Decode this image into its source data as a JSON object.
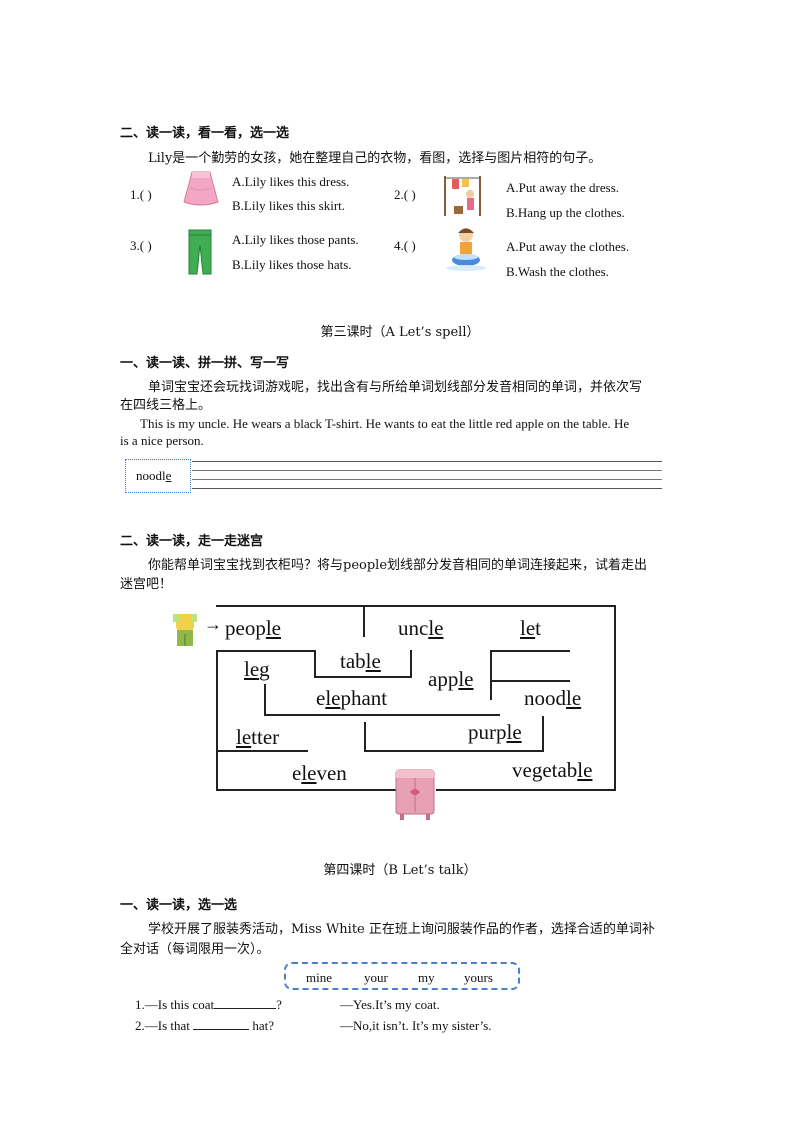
{
  "section_read_choose": {
    "heading": "二、读一读，看一看，选一选",
    "intro": "Lily是一个勤劳的女孩，她在整理自己的衣物，看图，选择与图片相符的句子。",
    "items": [
      {
        "num": "1.(      )",
        "a": "A.Lily likes this dress.",
        "b": "B.Lily likes this skirt."
      },
      {
        "num": "2.(      )",
        "a": "A.Put away the dress.",
        "b": "B.Hang up the clothes."
      },
      {
        "num": "3.(      )",
        "a": "A.Lily likes those pants.",
        "b": "B.Lily likes those hats."
      },
      {
        "num": "4.(      )",
        "a": "A.Put away the clothes.",
        "b": "B.Wash the clothes."
      }
    ]
  },
  "lesson3": {
    "title": "第三课时（A Let’s spell）",
    "heading": "一、读一读、拼一拼、写一写",
    "intro_line1": "单词宝宝还会玩找词游戏呢，找出含有与所给单词划线部分发音相同的单词，并依次写",
    "intro_line2": "在四线三格上。",
    "passage_line1": "This is my uncle. He wears a black T-shirt. He wants to eat the little red apple on the table. He",
    "passage_line2": "is a nice person.",
    "sample_word_pre": "noodl",
    "sample_word_under": "e"
  },
  "maze": {
    "heading": "二、读一读，走一走迷宫",
    "intro_line1": "你能帮单词宝宝找到衣柜吗？将与people划线部分发音相同的单词连接起来，试着走出",
    "intro_line2": "迷宫吧！",
    "arrow": "→",
    "words": [
      {
        "pre": "peop",
        "u": "le",
        "post": ""
      },
      {
        "pre": "unc",
        "u": "le",
        "post": ""
      },
      {
        "pre": "",
        "u": "le",
        "post": "t"
      },
      {
        "pre": "",
        "u": "le",
        "post": "g"
      },
      {
        "pre": "tab",
        "u": "le",
        "post": ""
      },
      {
        "pre": "app",
        "u": "le",
        "post": ""
      },
      {
        "pre": "e",
        "u": "le",
        "post": "phant"
      },
      {
        "pre": "nood",
        "u": "le",
        "post": ""
      },
      {
        "pre": "",
        "u": "le",
        "post": "tter"
      },
      {
        "pre": "purp",
        "u": "le",
        "post": ""
      },
      {
        "pre": "e",
        "u": "le",
        "post": "ven"
      },
      {
        "pre": "vegetab",
        "u": "le",
        "post": ""
      }
    ]
  },
  "lesson4": {
    "title": "第四课时（B Let’s talk）",
    "heading": "一、读一读，选一选",
    "intro_line1": "学校开展了服装秀活动，Miss White 正在班上询问服装作品的作者，选择合适的单词补",
    "intro_line2": "全对话（每词限用一次）。",
    "word_bank": [
      "mine",
      "your",
      "my",
      "yours"
    ],
    "dialogues": [
      {
        "q_pre": "1.—Is this coat",
        "q_post": "?",
        "a": "—Yes.It’s my coat."
      },
      {
        "q_pre": "2.—Is that",
        "q_post": "hat?",
        "a": "—No,it isn’t. It’s my sister’s."
      }
    ]
  },
  "colors": {
    "dashed_box": "#4a7fd0",
    "skirt": "#f4a7c4",
    "pants": "#3fae52",
    "wardrobe": "#e8a0b4"
  }
}
